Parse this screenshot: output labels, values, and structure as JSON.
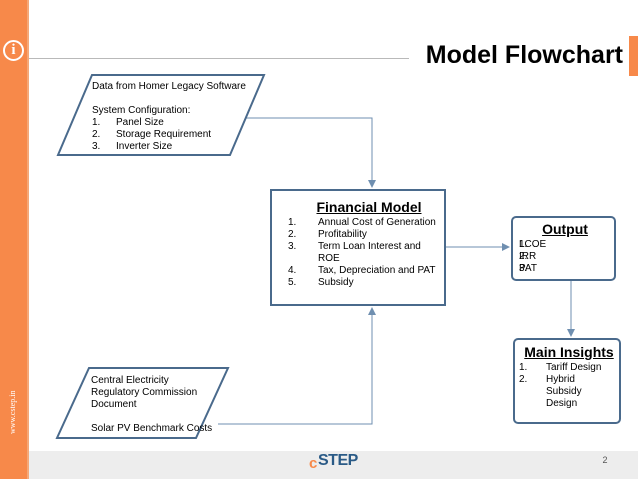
{
  "slide": {
    "title": "Model Flowchart",
    "site_url": "www.cstep.in",
    "logo_text": "STEP",
    "logo_initial": "c",
    "page_number": "2",
    "colors": {
      "accent": "#f7894a",
      "node_border": "#4a6a8c",
      "edge": "#6f8fb0",
      "text": "#000000"
    }
  },
  "flowchart": {
    "nodes": {
      "homer_input": {
        "heading": "Data from Homer Legacy Software",
        "subheading": "System Configuration:",
        "items": [
          {
            "num": "1.",
            "text": "Panel Size"
          },
          {
            "num": "2.",
            "text": "Storage Requirement"
          },
          {
            "num": "3.",
            "text": "Inverter Size"
          }
        ]
      },
      "regulatory_input": {
        "line1": "Central Electricity",
        "line2": "Regulatory Commission",
        "line3": "Document",
        "line4": "Solar PV Benchmark Costs"
      },
      "financial_model": {
        "title": "Financial Model",
        "items": [
          {
            "num": "1.",
            "text": "Annual Cost of Generation"
          },
          {
            "num": "2.",
            "text": "Profitability"
          },
          {
            "num": "3.",
            "text": "Term Loan Interest and ROE"
          },
          {
            "num": "4.",
            "text": "Tax, Depreciation and PAT"
          },
          {
            "num": "5.",
            "text": "Subsidy"
          }
        ]
      },
      "output": {
        "title": "Output",
        "items": [
          {
            "num": "1.",
            "text": "LCOE"
          },
          {
            "num": "2.",
            "text": "IRR"
          },
          {
            "num": "3.",
            "text": "PAT"
          }
        ]
      },
      "main_insights": {
        "title": "Main Insights",
        "items": [
          {
            "num": "1.",
            "text": "Tariff Design"
          },
          {
            "num": "2.",
            "text": "Hybrid Subsidy Design"
          }
        ]
      }
    },
    "edges": [
      {
        "from": "homer_input",
        "to": "financial_model"
      },
      {
        "from": "regulatory_input",
        "to": "financial_model"
      },
      {
        "from": "financial_model",
        "to": "output"
      },
      {
        "from": "output",
        "to": "main_insights"
      }
    ]
  }
}
